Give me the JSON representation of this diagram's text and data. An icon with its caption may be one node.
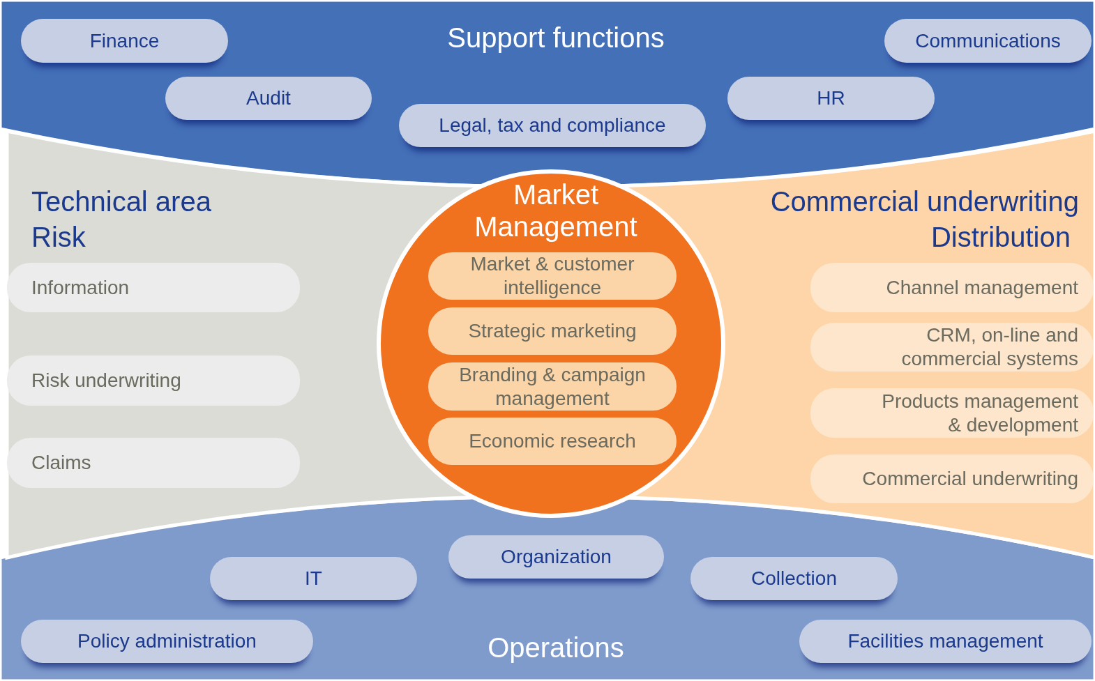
{
  "diagram": {
    "nodes": [
      {
        "text": [
          "Support functions"
        ]
      },
      {
        "text": [
          "Finance"
        ],
        "in": 0
      },
      {
        "text": [
          "Communications"
        ],
        "in": 0
      },
      {
        "text": [
          "Audit"
        ],
        "in": 0
      },
      {
        "text": [
          "HR"
        ],
        "in": 0
      },
      {
        "text": [
          "Legal, tax and compliance"
        ],
        "in": 0
      },
      {
        "text": [
          "Technical area",
          "Risk"
        ]
      },
      {
        "text": [
          "Information"
        ],
        "in": 6
      },
      {
        "text": [
          "Risk underwriting"
        ],
        "in": 6
      },
      {
        "text": [
          "Claims"
        ],
        "in": 6
      },
      {
        "text": [
          "Commercial underwriting",
          "Distribution"
        ]
      },
      {
        "text": [
          "Channel management"
        ],
        "in": 10
      },
      {
        "text": [
          "CRM, on-line and commercial systems"
        ],
        "in": 10
      },
      {
        "text": [
          "Products management & development"
        ],
        "in": 10
      },
      {
        "text": [
          "Commercial underwriting"
        ],
        "in": 10
      },
      {
        "text": [
          "Market Management"
        ]
      },
      {
        "text": [
          "Market & customer intelligence"
        ],
        "in": 15
      },
      {
        "text": [
          "Strategic marketing"
        ],
        "in": 15
      },
      {
        "text": [
          "Branding & campaign management"
        ],
        "in": 15
      },
      {
        "text": [
          "Economic research"
        ],
        "in": 15
      },
      {
        "text": [
          "Operations"
        ]
      },
      {
        "text": [
          "Organization"
        ],
        "in": 20
      },
      {
        "text": [
          "IT"
        ],
        "in": 20
      },
      {
        "text": [
          "Collection"
        ],
        "in": 20
      },
      {
        "text": [
          "Policy administration"
        ],
        "in": 20
      },
      {
        "text": [
          "Facilities management"
        ],
        "in": 20
      }
    ]
  }
}
